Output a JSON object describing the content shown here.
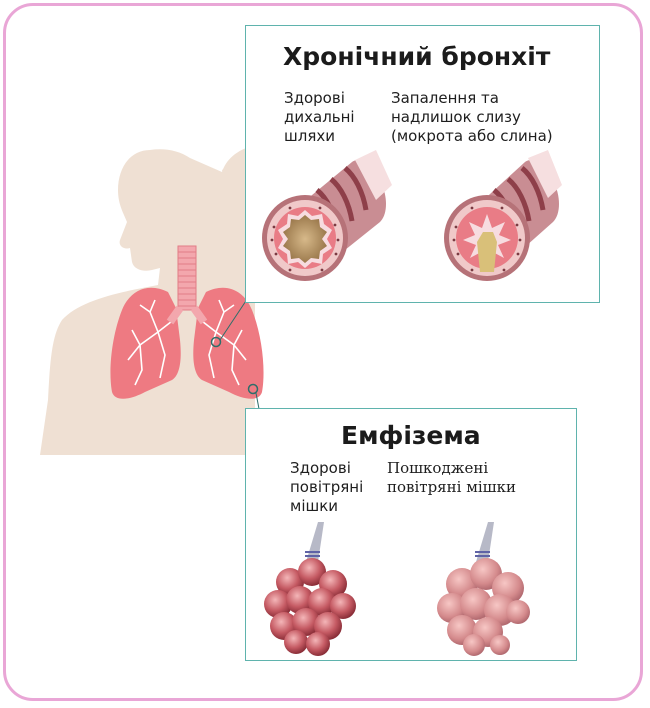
{
  "bronchitis": {
    "title": "Хронічний бронхіт",
    "healthy_label": "Здорові\nдихальні\nшляхи",
    "inflamed_label": "Запалення та\nнадлишок слизу\n(мокрота або слина)"
  },
  "emphysema": {
    "title": "Емфізема",
    "healthy_label": "Здорові\nповітряні\nмішки",
    "damaged_label": "Пошкоджені\nповітряні мішки"
  },
  "colors": {
    "frame": "#e9a6d6",
    "panel_border": "#5fb3ad",
    "body_silhouette": "#efe0d3",
    "lung": "#ee7a82"
  }
}
